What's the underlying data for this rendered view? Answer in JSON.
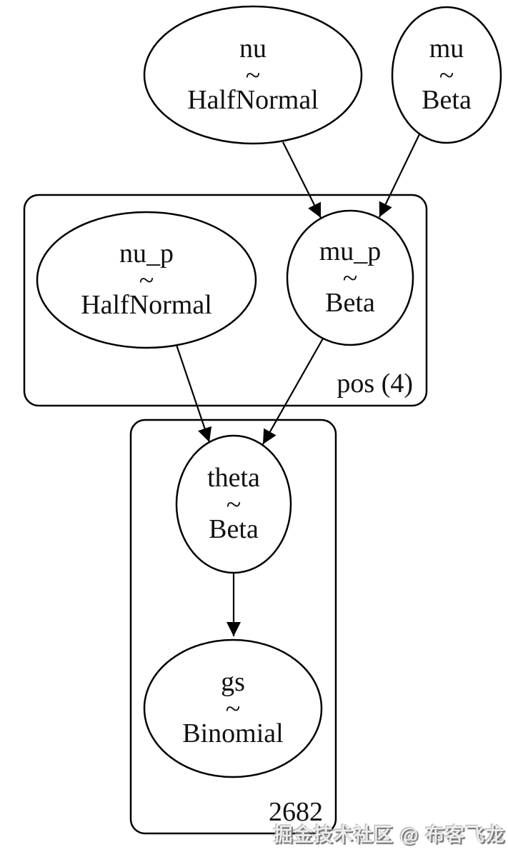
{
  "tilde": "~",
  "colors": {
    "node_stroke": "#000000",
    "unobserved_fill": "#ffffff",
    "observed_fill": "#d3d3d3",
    "background": "#ffffff",
    "text": "#111111"
  },
  "nodes": [
    {
      "name": "nu",
      "dist": "HalfNormal",
      "observed": false
    },
    {
      "name": "mu",
      "dist": "Beta",
      "observed": false
    },
    {
      "name": "nu_p",
      "dist": "HalfNormal",
      "observed": false
    },
    {
      "name": "mu_p",
      "dist": "Beta",
      "observed": false
    },
    {
      "name": "theta",
      "dist": "Beta",
      "observed": false
    },
    {
      "name": "gs",
      "dist": "Binomial",
      "observed": true
    }
  ],
  "plates": [
    {
      "label": "pos (4)"
    },
    {
      "label": "2682"
    }
  ],
  "edges": [
    {
      "from": "nu",
      "to": "mu_p"
    },
    {
      "from": "mu",
      "to": "mu_p"
    },
    {
      "from": "nu_p",
      "to": "theta"
    },
    {
      "from": "mu_p",
      "to": "theta"
    },
    {
      "from": "theta",
      "to": "gs"
    }
  ],
  "watermark": {
    "text": "掘金技术社区 @ 布客飞龙"
  }
}
